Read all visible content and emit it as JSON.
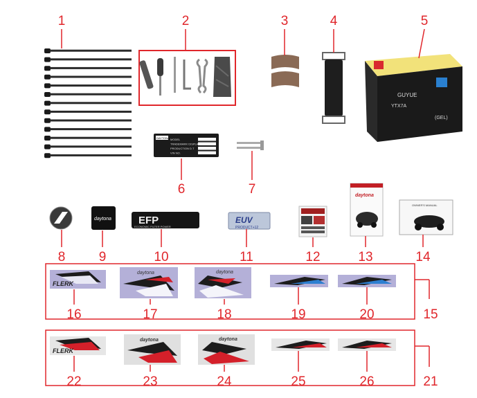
{
  "callouts": [
    "1",
    "2",
    "3",
    "4",
    "5",
    "6",
    "7",
    "8",
    "9",
    "10",
    "11",
    "12",
    "13",
    "14",
    "15",
    "16",
    "17",
    "18",
    "19",
    "20",
    "21",
    "22",
    "23",
    "24",
    "25",
    "26"
  ],
  "colors": {
    "callout": "#e0262b",
    "frame": "#e0262b",
    "leader": "#e0262b",
    "decal_purple": "#b4b0d8",
    "decal_red": "#d4202a"
  },
  "battery": {
    "brand": "GUYUE",
    "model": "YTX7A",
    "type": "(GEL)"
  },
  "nameplate": {
    "header": "DAYTONA",
    "rows": [
      "MODEL",
      "TRADEMARK  DISPLACEMENT",
      "PRODUCTION D.T",
      "VIN NO."
    ]
  },
  "badges": {
    "logo_9": "daytona",
    "efp": "EFP",
    "efp_sub": "ECONOMIC FILTER POWER",
    "euv": "EUV",
    "euv_sub": "PRODUCT+12"
  },
  "manuals": {
    "m13_brand": "daytona",
    "m14_title": "OWNER'S MANUAL"
  },
  "decals": {
    "brand": "daytona",
    "model": "FLERK"
  }
}
